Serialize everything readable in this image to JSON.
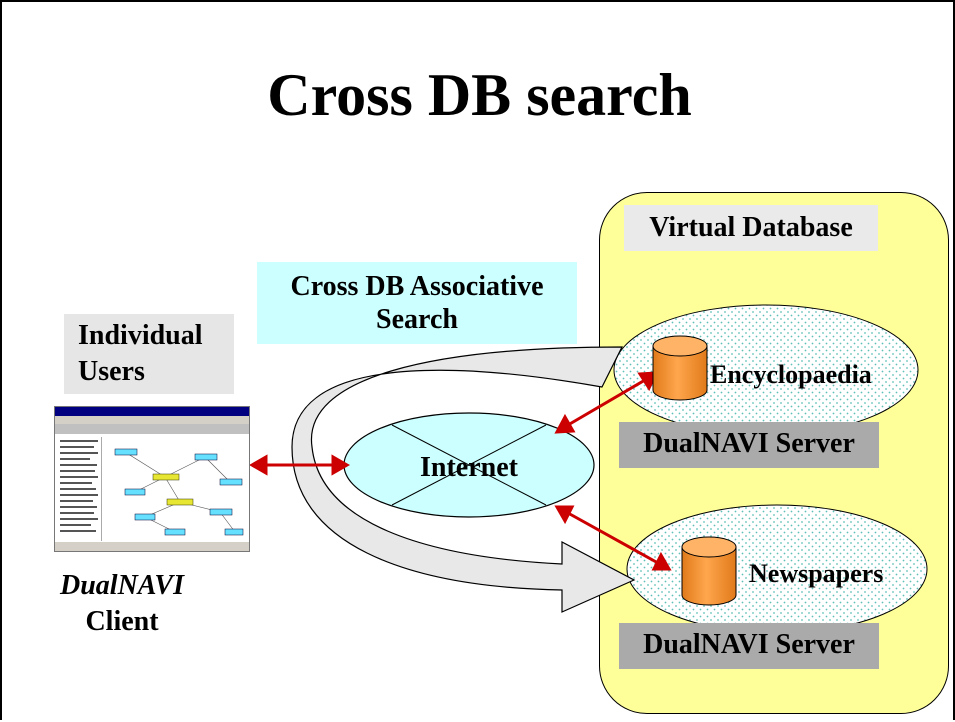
{
  "title": "Cross DB search",
  "virtual_database": {
    "label": "Virtual Database"
  },
  "search_label": {
    "line1": "Cross DB Associative",
    "line2": "Search"
  },
  "users_label": {
    "line1": "Individual",
    "line2": "Users"
  },
  "client_label": {
    "product": "DualNAVI",
    "role": "Client"
  },
  "internet_label": "Internet",
  "servers": [
    {
      "database": "Encyclopaedia",
      "server": "DualNAVI Server"
    },
    {
      "database": "Newspapers",
      "server": "DualNAVI Server"
    }
  ],
  "colors": {
    "virtual_db_fill": "#ffff99",
    "search_label_fill": "#ccffff",
    "internet_fill": "#ccffff",
    "database_fill": "#ff9933",
    "connection_arrow": "#cc0000",
    "server_label_fill": "#aaaaaa",
    "flow_arrow_fill": "#e8e8e8"
  }
}
